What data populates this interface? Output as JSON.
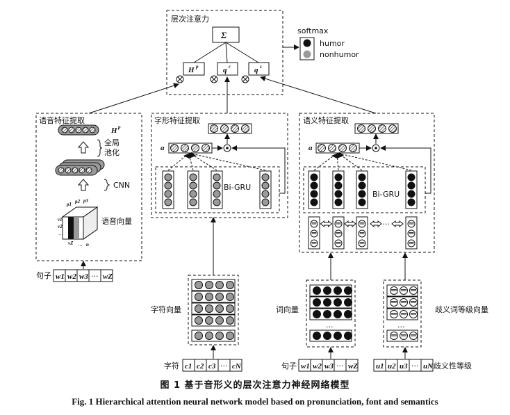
{
  "hierarchical_attention": {
    "title": "层次注意力",
    "sum_symbol": "Σ",
    "node_pronunciation": "H",
    "node_pronunciation_sup": "p",
    "node_font": "q",
    "node_font_sup": "c",
    "node_semantic": "q",
    "node_semantic_sup": "s",
    "op_symbol": "⊗"
  },
  "output": {
    "softmax_label": "softmax",
    "classes": [
      "humor",
      "nonhumor"
    ]
  },
  "pronunciation_module": {
    "title": "语音特征提取",
    "output_label": "H",
    "output_label_sup": "p",
    "pooling_label": "全局\n池化",
    "cnn_label": "CNN",
    "vector_label": "语音向量",
    "input_label": "句子",
    "cube_axis_labels": [
      "p1",
      "p2",
      "p3",
      "v1",
      "v2",
      "...",
      "vZ",
      "...",
      "n"
    ]
  },
  "font_module": {
    "title": "字形特征提取",
    "attention_label": "a",
    "rnn_label": "Bi-GRU",
    "vector_label": "字符向量",
    "input_label": "字符"
  },
  "semantic_module": {
    "title": "语义特征提取",
    "attention_label": "a",
    "rnn_label": "Bi-GRU",
    "word_vector_label": "词向量",
    "ambiguity_vector_label": "歧义词等级向量",
    "input_label": "句子",
    "ambiguity_input_label": "歧义性等级"
  },
  "sentence_tokens": [
    "w1",
    "w2",
    "w3",
    "···",
    "wZ"
  ],
  "char_tokens": [
    "c1",
    "c2",
    "c3",
    "···",
    "cN"
  ],
  "ambiguity_tokens": [
    "u1",
    "u2",
    "u3",
    "···",
    "uN"
  ],
  "captions": {
    "zh": "图 1   基于音形义的层次注意力神经网络模型",
    "en": "Fig. 1   Hierarchical attention neural network model based on pronunciation, font and semantics"
  },
  "colors": {
    "ink": "#111111",
    "gray_cell": "#9a9a9a",
    "black_cell": "#111111"
  },
  "icons": [
    "hatched-circle-icon",
    "filled-circle-icon",
    "gray-circle-icon",
    "minus-circle-icon",
    "dot-circle-icon",
    "otimes-icon",
    "up-arrow-icon",
    "double-arrow-icon"
  ]
}
